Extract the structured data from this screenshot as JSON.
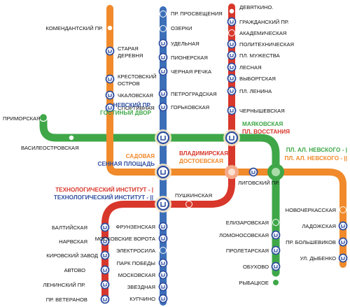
{
  "colors": {
    "line1": "#d8372b",
    "line2": "#3c6fb8",
    "line3": "#3fa748",
    "line4": "#f08a2a",
    "line5": "#7a2f8f",
    "metro_logo": "#2f4fa0",
    "station_fill": "#ffffff"
  },
  "icons": {
    "metro_logo": "metro-logo-icon",
    "station": "station-dot-icon",
    "transfer": "transfer-node-icon"
  },
  "lines": {
    "red": {
      "stations": [
        "ДЕВЯТКИНО.",
        "ГРАЖДАНСКИЙ ПР.",
        "АКАДЕМИЧЕСКАЯ",
        "ПОЛИТЕХНИЧЕСКАЯ",
        "ПЛ. МУЖЕСТВА",
        "ЛЕСНАЯ",
        "ВЫБОРГСКАЯ",
        "ПЛ. ЛЕНИНА",
        "ЧЕРНЫШЕВСКАЯ",
        "ПУШКИНСКАЯ",
        "БАЛТИЙСКАЯ",
        "НАРВСКАЯ",
        "КИРОВСКИЙ ЗАВОД",
        "АВТОВО",
        "ЛЕНИНСКИЙ ПР.",
        "ПР. ВЕТЕРАНОВ"
      ]
    },
    "blue": {
      "stations": [
        "ПР. ПРОСВЕЩЕНИЯ",
        "ОЗЕРКИ",
        "УДЕЛЬНАЯ",
        "ПИОНЕРСКАЯ",
        "ЧЕРНАЯ РЕЧКА",
        "ПЕТРОГРАДСКАЯ",
        "ГОРЬКОВСКАЯ",
        "ФРУНЗЕНСКАЯ",
        "МОСКОВСКИЕ ВОРОТА",
        "ЭЛЕКТРОСИЛА",
        "ПАРК ПОБЕДЫ",
        "МОСКОВСКАЯ",
        "ЗВЕЗДНАЯ",
        "КУПЧИНО"
      ]
    },
    "green": {
      "stations": [
        "ПРИМОРСКАЯ",
        "ВАСИЛЕОСТРОВСКАЯ",
        "ЕЛИЗАРОВСКАЯ",
        "ЛОМОНОСОВСКАЯ",
        "ПРОЛЕТАРСКАЯ",
        "ОБУХОВО",
        "РЫБАЦКОЕ"
      ]
    },
    "orange": {
      "stations": [
        "КОМЕНДАНТСКИЙ ПР.",
        "СТАРАЯ",
        "ДЕРЕВНЯ",
        "КРЕСТОВСКИЙ",
        "ОСТРОВ",
        "ЧКАЛОВСКАЯ",
        "СПОРТИВНАЯ",
        "ЛИГОВСКИЙ ПР.",
        "НОВОЧЕРКАССКАЯ",
        "ЛАДОЖСКАЯ",
        "ПР. БОЛЬШЕВИКОВ",
        "УЛ. ДЫБЕНКО"
      ]
    }
  },
  "transfers": {
    "nevsky_1": "НЕВСКИЙ ПР.",
    "nevsky_2": "ГОСТИНЫЙ ДВОР",
    "mayak_1": "МАЯКОВСКАЯ",
    "mayak_2": "ПЛ. ВОССТАНИЯ",
    "sad_1": "САДОВАЯ",
    "sad_2": "СЕННАЯ ПЛОЩАДЬ",
    "vlad_1": "ВЛАДИМИРСКАЯ",
    "vlad_2": "ДОСТОЕВСКАЯ",
    "nevsky_lavra_1": "ПЛ. АЛ. НЕВСКОГО - |",
    "nevsky_lavra_2": "ПЛ. АЛ. НЕВСКОГО - ||",
    "tech_1": "ТЕХНОЛОГИЧЕСКИЙ ИНСТИТУТ - |",
    "tech_2": "ТЕХНОЛОГИЧЕСКИЙ ИНСТИТУТ - ||"
  }
}
